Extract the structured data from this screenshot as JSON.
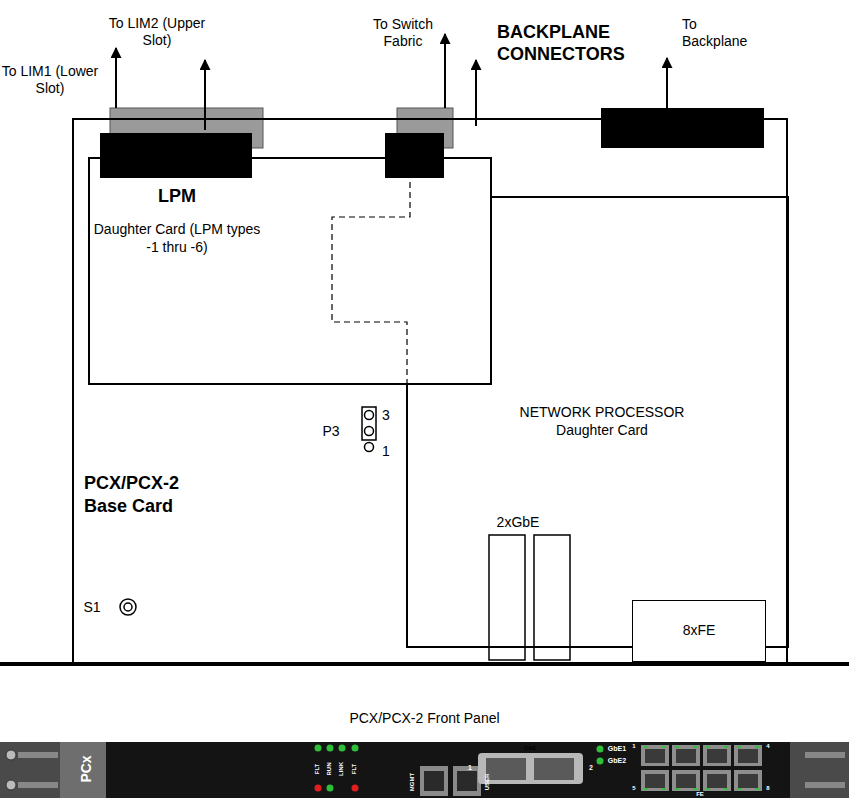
{
  "diagram": {
    "nodes": [
      {
        "text": [
          "PCX/PCX-2 Base Card"
        ]
      },
      {
        "text": [
          "LPM",
          "Daughter Card (LPM types -1 thru -6)"
        ],
        "in": 0
      },
      {
        "text": [
          "NETWORK PROCESSOR Daughter Card"
        ],
        "in": 0
      },
      {
        "text": [
          "8xFE"
        ],
        "in": 2
      },
      {
        "text": [
          "PCX/PCX-2 Front Panel"
        ]
      }
    ],
    "labels": [
      "To LIM1 (Lower Slot)",
      "To LIM2 (Upper Slot)",
      "To Switch Fabric",
      "BACKPLANE CONNECTORS",
      "To Backplane",
      "P3",
      "3",
      "1",
      "2xGbE",
      "S1",
      "PCx",
      "FLT",
      "RUN",
      "LINK",
      "FLT",
      "MGMT",
      "USER",
      "GbE",
      "1",
      "2",
      "GbE1",
      "GbE2",
      "1",
      "4",
      "5",
      "8",
      "FE"
    ]
  }
}
